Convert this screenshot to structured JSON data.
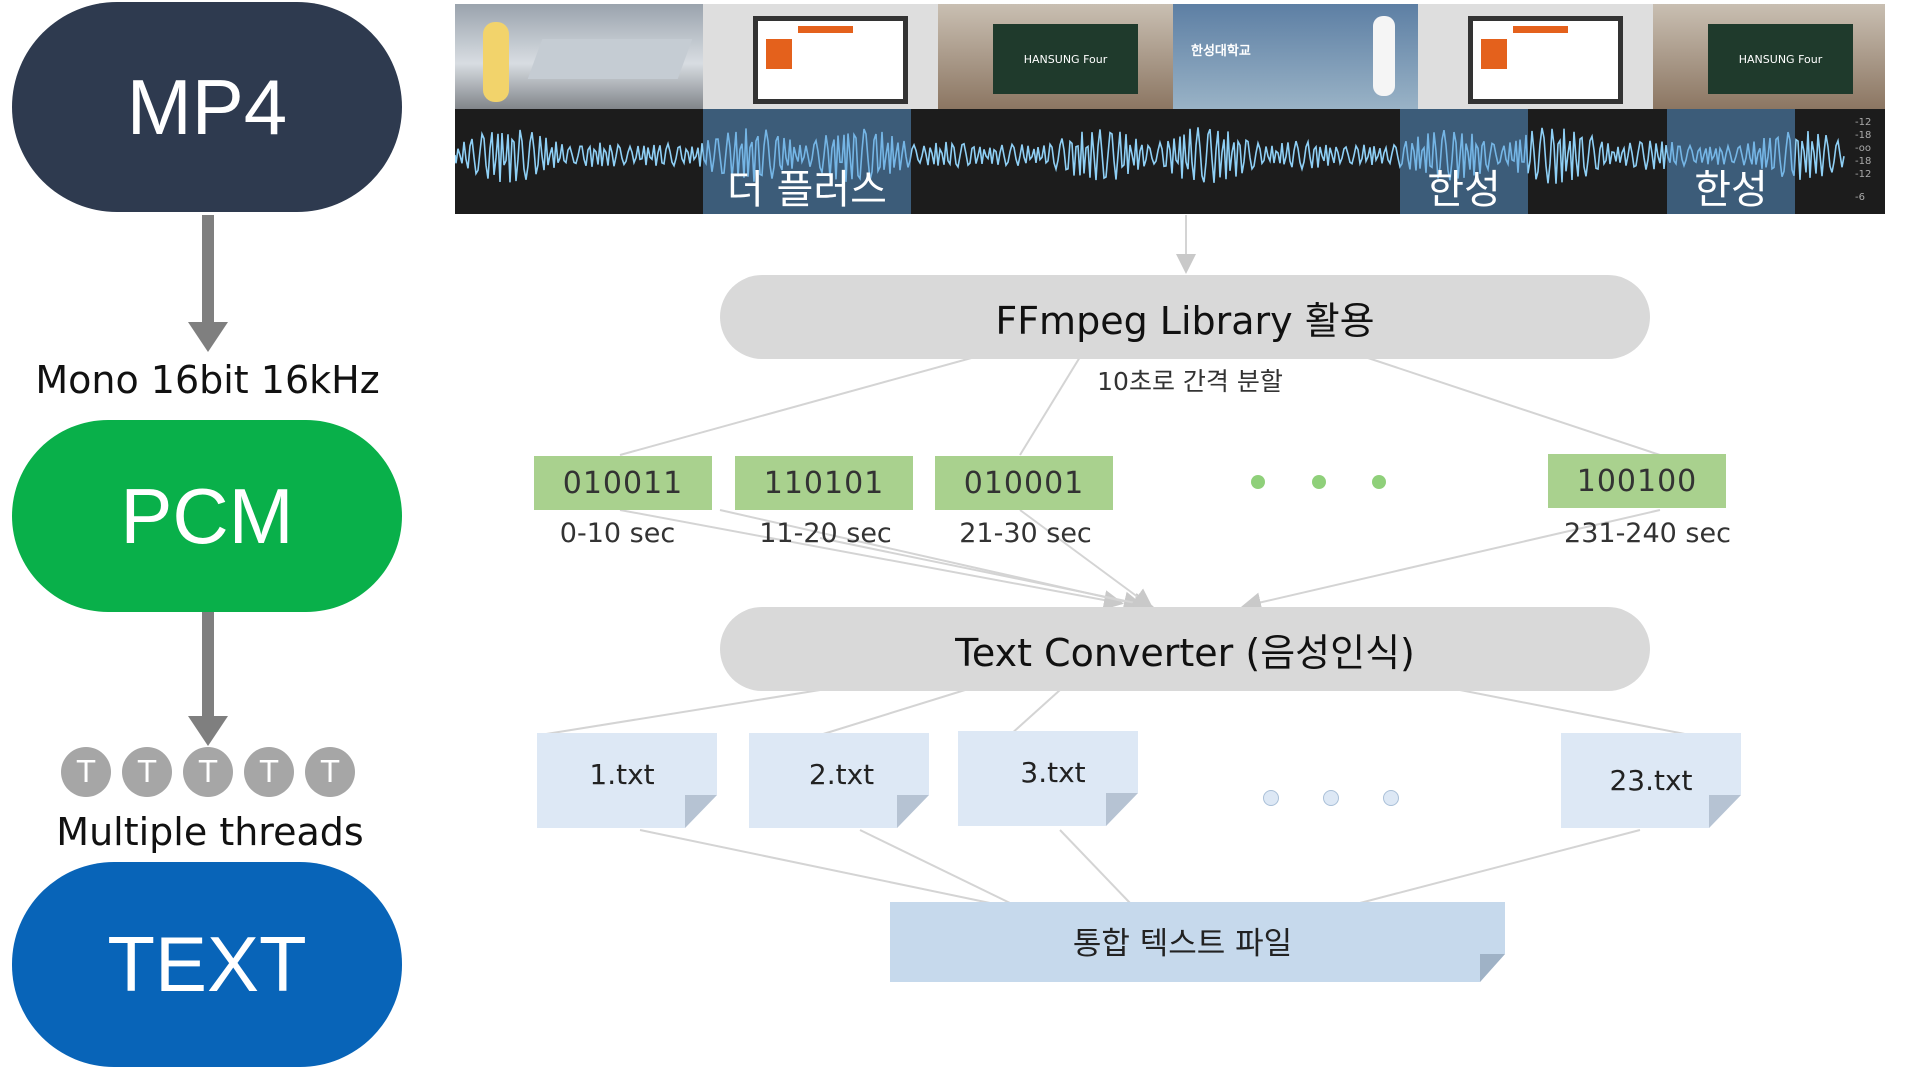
{
  "pipeline": {
    "mp4": {
      "label": "MP4",
      "color": "#2e3a4f"
    },
    "mono_label": "Mono 16bit 16kHz",
    "pcm": {
      "label": "PCM",
      "color": "#09b04a"
    },
    "threads": {
      "icon_label": "T",
      "count": 5,
      "label": "Multiple threads"
    },
    "text": {
      "label": "TEXT",
      "color": "#0864b8"
    }
  },
  "video_strip": {
    "keywords": [
      "더 플러스",
      "한성",
      "한성"
    ],
    "frame_texts": {
      "hansung_four": "HANSUNG Four",
      "hansung_univ": "한성대학교"
    },
    "db_labels": [
      "-12",
      "-18",
      "-oo",
      "-18",
      "-12",
      "-6"
    ]
  },
  "ffmpeg": {
    "label": "FFmpeg Library 활용",
    "caption": "10초로 간격 분할"
  },
  "segments": [
    {
      "bits": "010011",
      "time": "0-10 sec"
    },
    {
      "bits": "110101",
      "time": "11-20 sec"
    },
    {
      "bits": "010001",
      "time": "21-30 sec"
    },
    {
      "bits": "100100",
      "time": "231-240 sec"
    }
  ],
  "converter": {
    "label": "Text Converter (음성인식)"
  },
  "files": [
    "1.txt",
    "2.txt",
    "3.txt",
    "23.txt"
  ],
  "merged": {
    "label": "통합 텍스트 파일"
  }
}
